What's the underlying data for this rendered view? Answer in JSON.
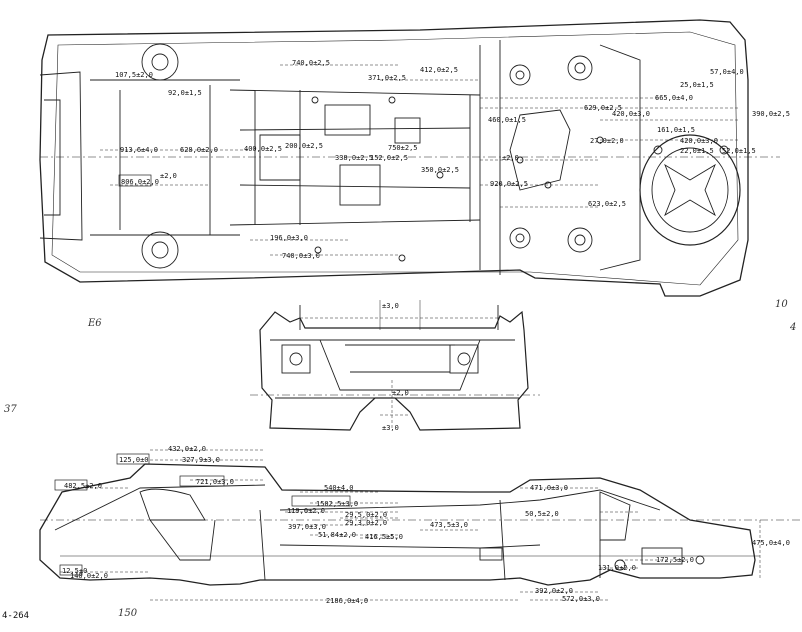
{
  "page_number": "4-264",
  "handwriting": {
    "e6": "E6",
    "n37": "37",
    "n10": "10",
    "n4": "4",
    "n150": "150"
  },
  "top_view": {
    "dims": [
      "107,5±2,0",
      "92,0±1,5",
      "740,0±2,5",
      "371,0±2,5",
      "412,0±2,5",
      "57,0±4,0",
      "25,0±1,5",
      "665,0±4,0",
      "629,0±2,5",
      "390,0±2,5",
      "420,0±3,0",
      "913,6±4,0",
      "628,0±2,0",
      "400,0±2,5",
      "200,0±2,5",
      "750±2,5",
      "460,0±1,5",
      "27,0±2,0",
      "161,0±1,5",
      "420,0±3,0",
      "22,0±1,5",
      "52,0±1,5",
      "±2,0",
      "338,0±2,5",
      "152,0±2,5",
      "920,0±2,5",
      "806,0±2,0",
      "350,0±2,5",
      "623,0±2,5",
      "196,0±3,0",
      "740,0±3,0",
      "±2,0"
    ]
  },
  "front_view": {
    "dims": [
      "±3,0",
      "±2,0",
      "±3,0"
    ]
  },
  "side_view": {
    "dims": [
      "432,0±2,0",
      "125,0±0",
      "327,9±3,0",
      "482,5±2,0",
      "721,0±3,0",
      "540±4,0",
      "471,0±3,0",
      "1502,5±3,0",
      "119,0±2,0",
      "29,5,0±2,0",
      "29,3,0±2,0",
      "397,0±3,0",
      "51,84±2,0",
      "416,5±5,0",
      "473,5±3,0",
      "50,5±2,0",
      "475,0±4,0",
      "12,5±0",
      "140,0±2,0",
      "131,0±2,0",
      "172,5±2,0",
      "2186,0±4,0",
      "392,0±2,0",
      "572,0±3,0"
    ]
  }
}
